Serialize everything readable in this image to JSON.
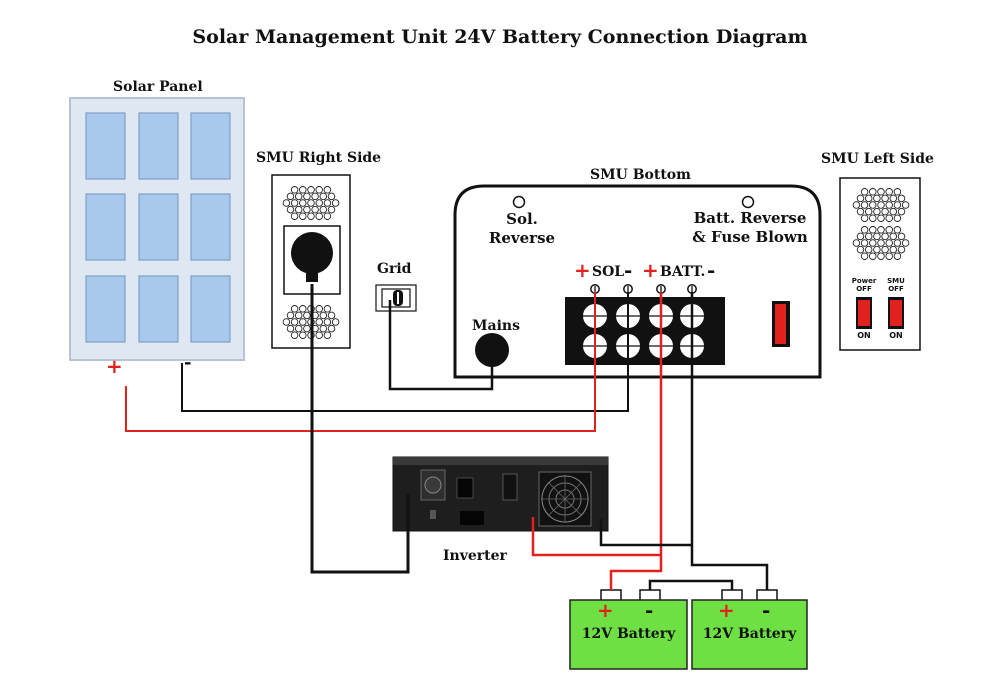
{
  "title": "Solar Management Unit 24V Battery Connection Diagram",
  "labels": {
    "solar_panel": "Solar Panel",
    "smu_right_side": "SMU Right Side",
    "smu_bottom": "SMU Bottom",
    "smu_left_side": "SMU Left Side",
    "grid": "Grid",
    "mains": "Mains",
    "inverter": "Inverter",
    "sol_reverse_line1": "Sol.",
    "sol_reverse_line2": "Reverse",
    "batt_reverse_line1": "Batt. Reverse",
    "batt_reverse_line2": "& Fuse Blown",
    "terminal_sol": "SOL",
    "terminal_batt": "BATT.",
    "plus": "+",
    "minus": "-",
    "battery_1": "12V Battery",
    "battery_2": "12V Battery",
    "switch_power_line1": "Power",
    "switch_power_line2": "OFF",
    "switch_smu_line1": "SMU",
    "switch_smu_line2": "OFF",
    "switch_on_1": "ON",
    "switch_on_2": "ON"
  },
  "colors": {
    "positive_wire": "#e0211d",
    "negative_wire": "#111111",
    "battery_fill": "#6fe044",
    "solar_cell": "#a9c8ee",
    "solar_frame": "#dfe7f3",
    "switch_red": "#e0211d"
  },
  "icons": {
    "solar_cells": "solar-cell-icon",
    "vent_holes": "vent-holes-icon",
    "mains_socket": "power-socket-icon",
    "grid_socket": "wall-socket-icon",
    "terminal_block": "terminal-screw-icon",
    "fuse": "fuse-icon",
    "inverter_fan": "fan-icon"
  }
}
